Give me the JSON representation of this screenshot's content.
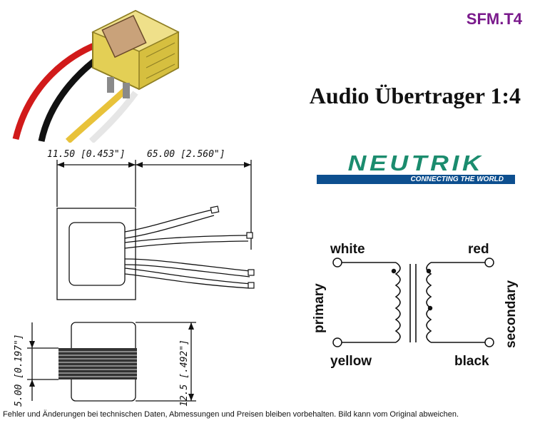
{
  "header": {
    "model": "SFM.T4",
    "title": "Audio Übertrager 1:4"
  },
  "logo": {
    "wordmark": "NEUTRIK",
    "tagline": "CONNECTING THE WORLD",
    "green": "#1b8c6e",
    "blue": "#0d4f8f"
  },
  "drawing": {
    "dim_left": "11.50 [0.453\"]",
    "dim_right": "65.00 [2.560\"]",
    "dim_height_small": "5.00 [0.197\"]",
    "dim_height_large": "12.5 [.492\"]"
  },
  "schematic": {
    "white": "white",
    "yellow": "yellow",
    "red": "red",
    "black": "black",
    "primary": "primary",
    "secondary": "secondary"
  },
  "photo": {
    "icon": "transformer-photo-icon",
    "wire_colors": [
      "#d11a1a",
      "#111111",
      "#e8c23a",
      "#f4f4f4"
    ],
    "core_color": "#e3cf55"
  },
  "footer": {
    "disclaimer": "Fehler und Änderungen bei technischen Daten, Abmessungen und Preisen bleiben vorbehalten. Bild kann vom Original abweichen."
  }
}
